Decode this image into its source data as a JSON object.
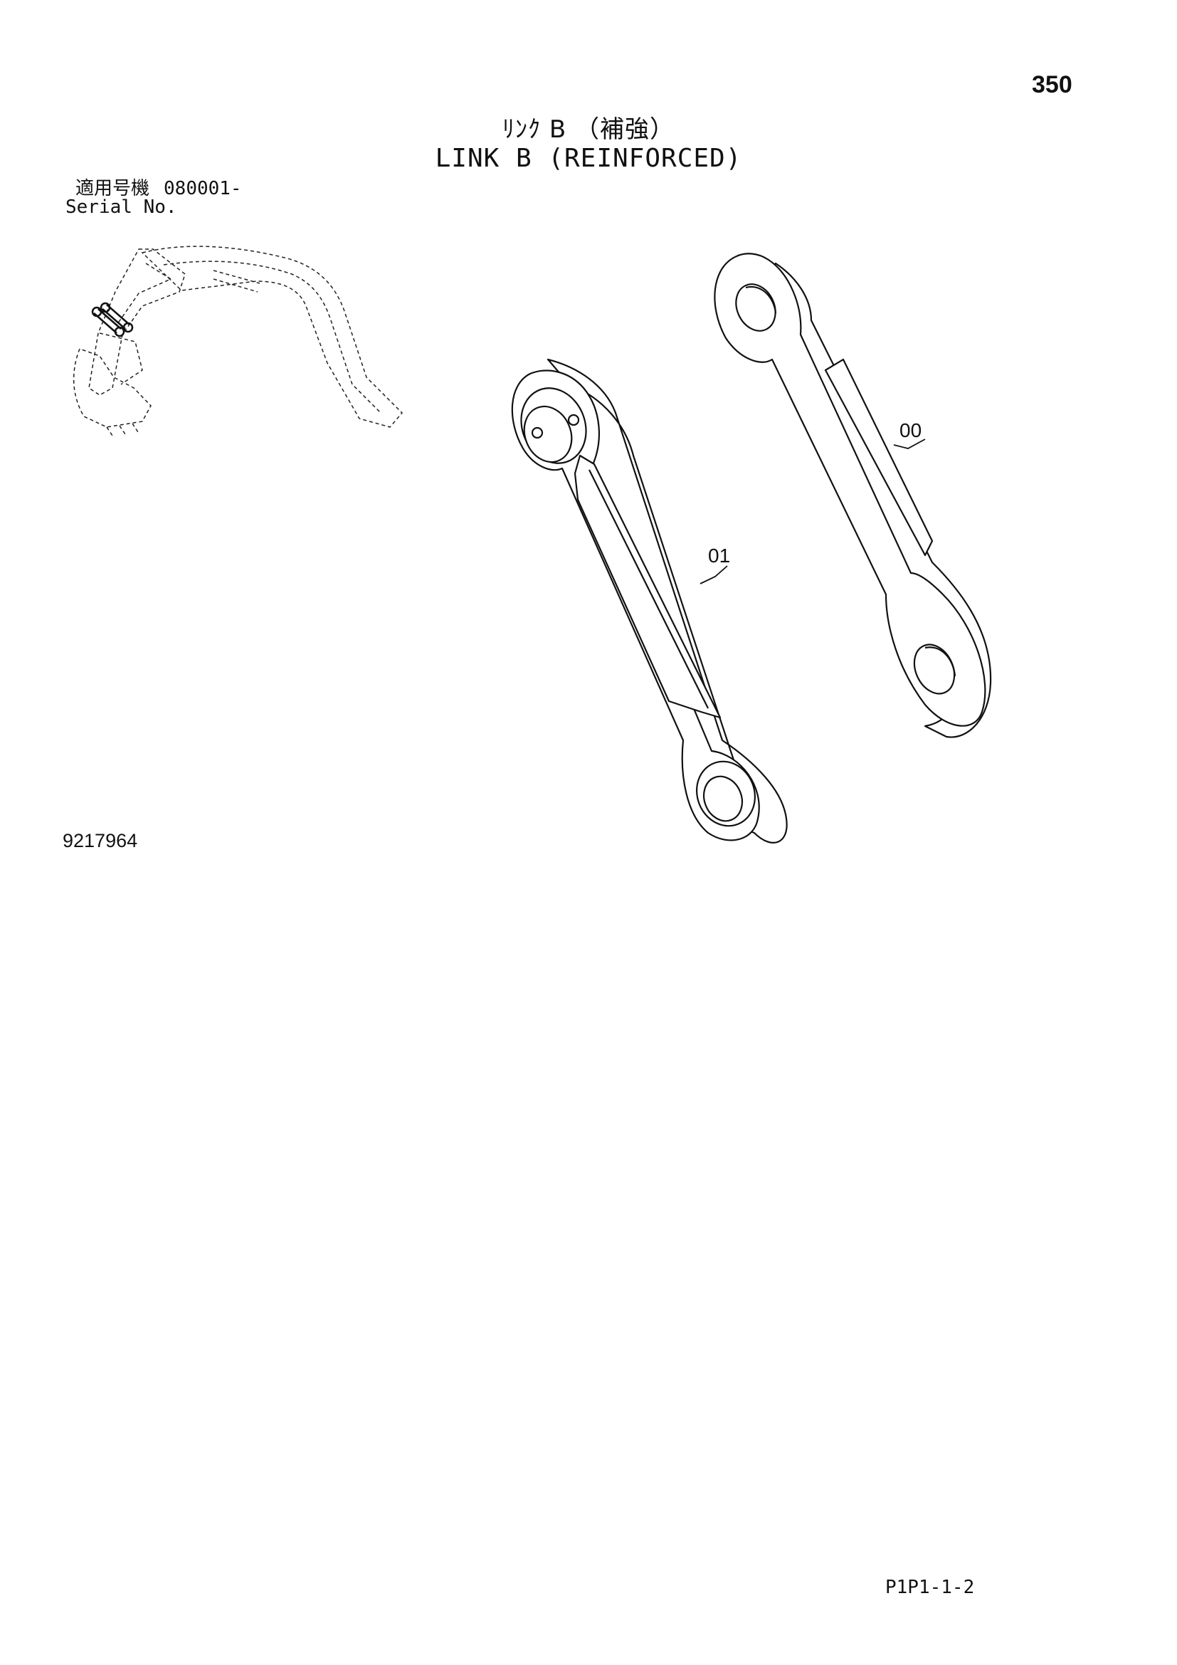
{
  "page_number": "350",
  "title": {
    "japanese": "ﾘﾝｸ B （補強）",
    "english": "LINK B (REINFORCED)"
  },
  "serial": {
    "label_jp": "適用号機",
    "value": "080001-",
    "label_en": "Serial No."
  },
  "callouts": {
    "part_00": "00",
    "part_01": "01"
  },
  "document_number": "9217964",
  "footer_code": "P1P1-1-2"
}
